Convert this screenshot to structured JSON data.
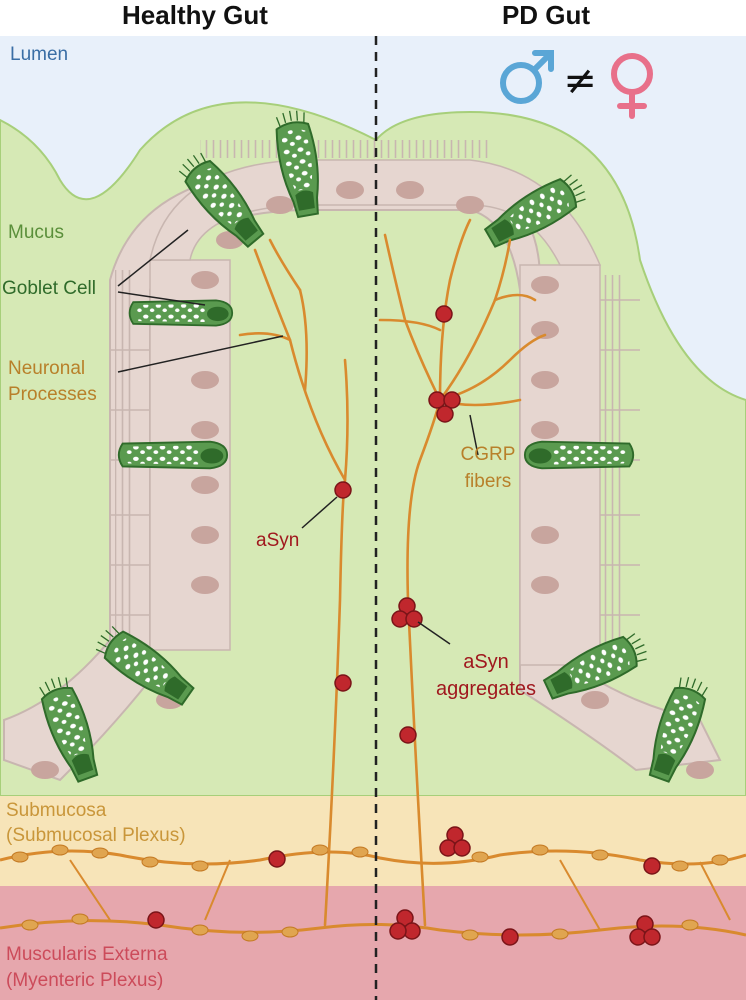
{
  "titles": {
    "left": "Healthy Gut",
    "right": "PD Gut"
  },
  "labels": {
    "lumen": "Lumen",
    "mucus": "Mucus",
    "goblet_cell": "Goblet Cell",
    "neuronal_line1": "Neuronal",
    "neuronal_line2": "Processes",
    "asyn": "aSyn",
    "cgrp_line1": "CGRP",
    "cgrp_line2": "fibers",
    "agg_line1": "aSyn",
    "agg_line2": "aggregates",
    "sub_line1": "Submucosa",
    "sub_line2": "(Submucosal Plexus)",
    "mus_line1": "Muscularis Externa",
    "mus_line2": "(Myenteric Plexus)",
    "not_equal": "≠"
  },
  "colors": {
    "lumen": "#e8f0fa",
    "mucus": "#d6e9b5",
    "epithelium": "#e6d6d0",
    "nucleus": "#c8a59e",
    "goblet": "#5a9a4f",
    "neuron": "#d98a2e",
    "asyn": "#c0272d",
    "submucosa": "#f7e4b8",
    "muscularis": "#e6a7ad",
    "male": "#5aa6d6",
    "female": "#e8708a"
  }
}
